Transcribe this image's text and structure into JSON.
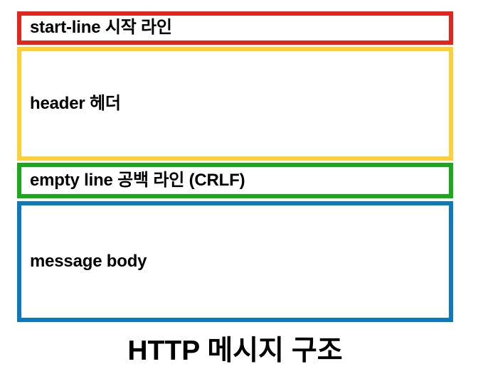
{
  "diagram": {
    "caption": "HTTP 메시지 구조",
    "type": "stacked-block-diagram",
    "background_color": "#FFFFFF",
    "sections": [
      {
        "id": "start-line",
        "label": "start-line 시작 라인",
        "border_color": "#E3251C",
        "fill_color": "#FFFFFF"
      },
      {
        "id": "header",
        "label": "header 헤더",
        "border_color": "#FCD036",
        "fill_color": "#FFFFFF"
      },
      {
        "id": "empty-line",
        "label": "empty line 공백 라인 (CRLF)",
        "border_color": "#1BA81B",
        "fill_color": "#FFFFFF"
      },
      {
        "id": "message-body",
        "label": "message body",
        "border_color": "#0C79BE",
        "fill_color": "#FFFFFF"
      }
    ]
  }
}
